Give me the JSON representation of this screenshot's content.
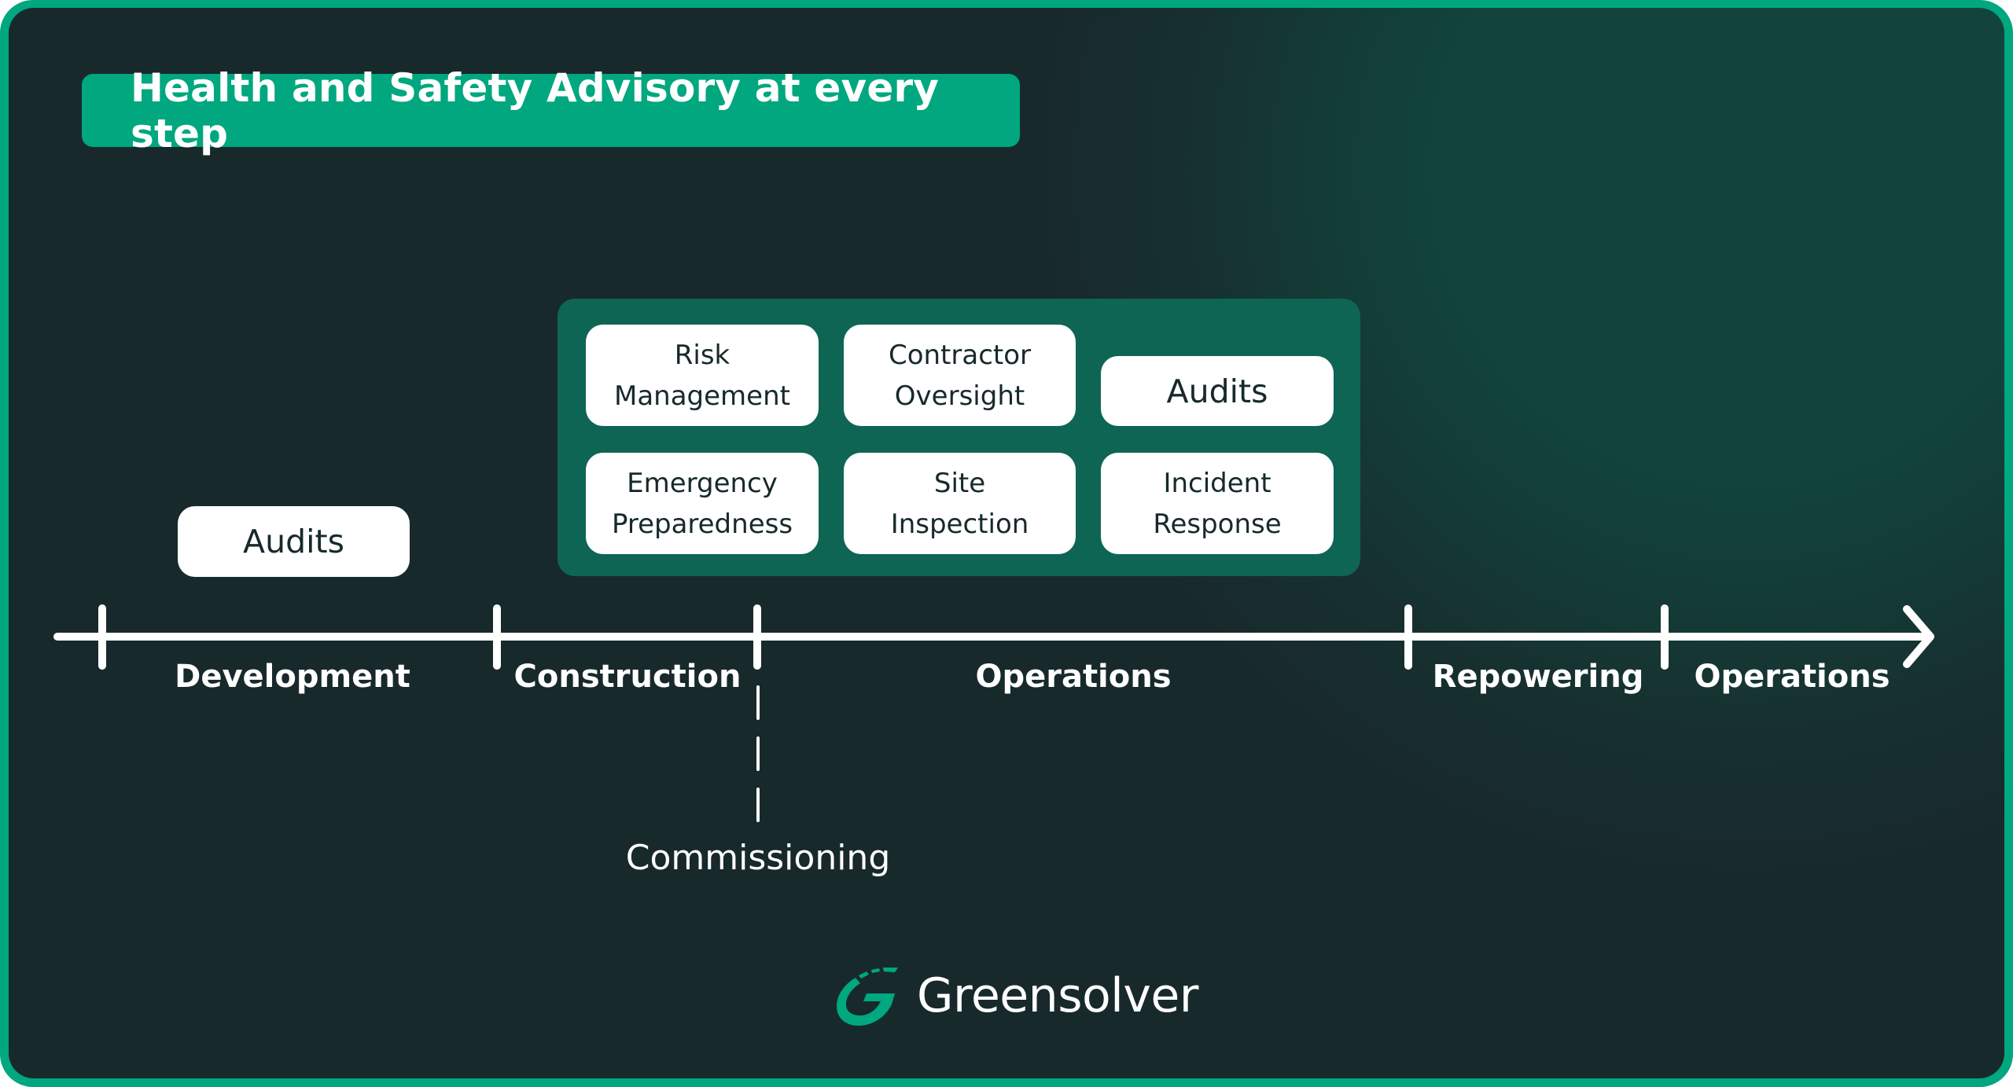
{
  "title": "Health and Safety Advisory at every step",
  "colors": {
    "accent_green": "#00a77f",
    "group_green": "#0e6554",
    "background": "#18292c",
    "card_text": "#17292b",
    "white": "#ffffff"
  },
  "standalone_card": {
    "label": "Audits",
    "phase": "Development"
  },
  "service_group": {
    "phase": "Operations",
    "cards": [
      {
        "label": "Risk Management"
      },
      {
        "label": "Contractor Oversight"
      },
      {
        "label": "Audits"
      },
      {
        "label": "Emergency Preparedness"
      },
      {
        "label": "Site Inspection"
      },
      {
        "label": "Incident Response"
      }
    ]
  },
  "timeline": {
    "phases": [
      {
        "label": "Development"
      },
      {
        "label": "Construction"
      },
      {
        "label": "Operations"
      },
      {
        "label": "Repowering"
      },
      {
        "label": "Operations"
      }
    ],
    "milestone": {
      "label": "Commissioning"
    },
    "direction_icon": "arrow-right-icon"
  },
  "logo": {
    "text": "Greensolver",
    "icon": "greensolver-g-icon"
  }
}
